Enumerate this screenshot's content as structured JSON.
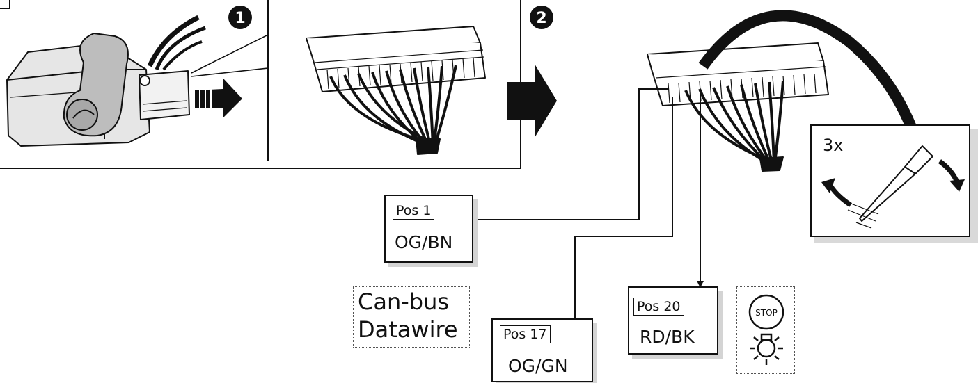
{
  "steps": [
    {
      "number": "1"
    },
    {
      "number": "2"
    }
  ],
  "tool_repeat": "3x",
  "callouts": [
    {
      "pos_label": "Pos 1",
      "color_code": "OG/BN"
    },
    {
      "pos_label": "Pos 17",
      "color_code": "OG/GN"
    },
    {
      "pos_label": "Pos 20",
      "color_code": "RD/BK"
    }
  ],
  "notes": {
    "can_bus_line1": "Can-bus",
    "can_bus_line2": "Datawire",
    "stop_sign_text": "STOP"
  },
  "icons": {
    "step_badge": "filled-circle-number",
    "direction_arrow": "thick-right-arrow",
    "stop_lamp": "stop-lamp-icon",
    "tool": "release-tool-icon"
  },
  "colors": {
    "line": "#111111",
    "shadow": "#d4d4d4",
    "fill_gray": "#dcdcdc",
    "white": "#ffffff"
  }
}
